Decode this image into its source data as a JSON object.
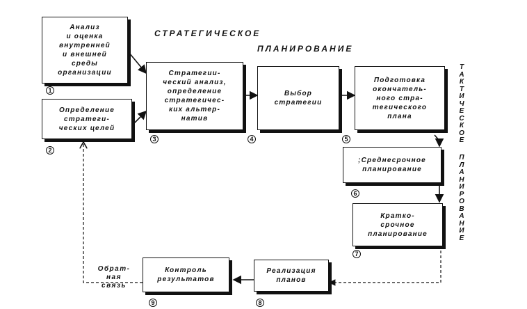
{
  "headings": {
    "strategic_line1": "СТРАТЕГИЧЕСКОЕ",
    "strategic_line2": "ПЛАНИРОВАНИЕ",
    "tactical_line1": "Т\nА\nК\nТ\nИ\nЧ\nЕ\nС\nК\nО\nЕ",
    "tactical_line2": "П\nЛ\nА\nН\nИ\nР\nО\nВ\nА\nН\nИ\nЕ"
  },
  "blocks": [
    {
      "id": "b1",
      "text": "Анализ\nи оценка\nвнутренней\nи внешней\nсреды\nорганизации",
      "number": "1"
    },
    {
      "id": "b2",
      "text": "Определение\nстратеги-\nческих целей",
      "number": "2"
    },
    {
      "id": "b3",
      "text": "Стратегии-\nческий анализ,\nопределение\nстратегичес-\nких альтер-\nнатив",
      "number": "3"
    },
    {
      "id": "b4",
      "text": "Выбор\nстратегии",
      "number": "4"
    },
    {
      "id": "b5",
      "text": "Подготовка\nокончатель-\nного стра-\nтегического\nплана",
      "number": "5"
    },
    {
      "id": "b6",
      "text": ";Среднесрочное\nпланирование",
      "number": "6"
    },
    {
      "id": "b7",
      "text": "Кратко-\nсрочное\nпланирование",
      "number": "7"
    },
    {
      "id": "b8",
      "text": "Реализация\nпланов",
      "number": "8"
    },
    {
      "id": "b9",
      "text": "Контроль\nрезультатов",
      "number": "9"
    }
  ],
  "feedback_label": "Обрат-\nная\nсвязь"
}
